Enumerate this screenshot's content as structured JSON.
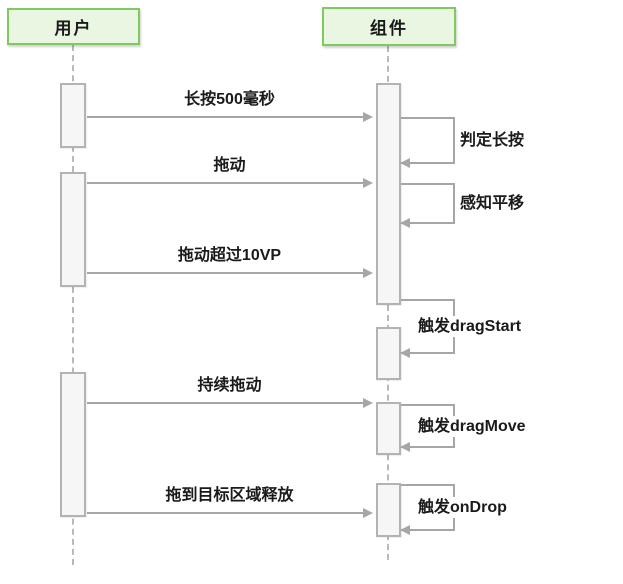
{
  "diagram": {
    "type": "sequence-diagram",
    "actors": [
      {
        "id": "user",
        "label": "用户"
      },
      {
        "id": "component",
        "label": "组件"
      }
    ],
    "messages": [
      {
        "from": "用户",
        "to": "组件",
        "label": "长按500毫秒"
      },
      {
        "from": "用户",
        "to": "组件",
        "label": "拖动"
      },
      {
        "from": "用户",
        "to": "组件",
        "label": "拖动超过10VP"
      },
      {
        "from": "用户",
        "to": "组件",
        "label": "持续拖动"
      },
      {
        "from": "用户",
        "to": "组件",
        "label": "拖到目标区域释放"
      }
    ],
    "self_messages": [
      {
        "actor": "组件",
        "label": "判定长按"
      },
      {
        "actor": "组件",
        "label": "感知平移"
      },
      {
        "actor": "组件",
        "label": "触发dragStart"
      },
      {
        "actor": "组件",
        "label": "触发dragMove"
      },
      {
        "actor": "组件",
        "label": "触发onDrop"
      }
    ],
    "colors": {
      "actor_fill": "#E9F6E2",
      "actor_border": "#7FC95F",
      "bar_fill": "#F6F6F6",
      "bar_border": "#B3B3B3",
      "line": "#A6A6A6",
      "text": "#1A1A1A"
    }
  }
}
